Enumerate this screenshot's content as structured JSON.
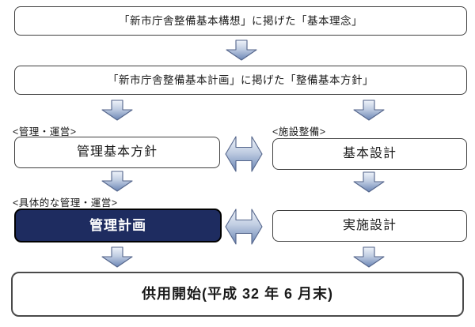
{
  "diagram": {
    "top_box": "「新市庁舎整備基本構想」に掲げた「基本理念」",
    "second_box": "「新市庁舎整備基本計画」に掲げた「整備基本方針」",
    "left_track": {
      "label": "<管理・運営>",
      "stage1": "管理基本方針",
      "label2": "<具体的な管理・運営>",
      "stage2": "管理計画"
    },
    "right_track": {
      "label": "<施設整備>",
      "stage1": "基本設計",
      "stage2": "実施設計"
    },
    "bottom_box": "供用開始(平成 32 年 6 月末)",
    "colors": {
      "highlight_box_bg": "#1e2c60",
      "highlight_box_text": "#ffffff",
      "box_border": "#3f3f3f",
      "arrow_fill_light": "#eff3fa",
      "arrow_fill_dark": "#6b86b5",
      "arrow_border": "#54658b"
    }
  }
}
